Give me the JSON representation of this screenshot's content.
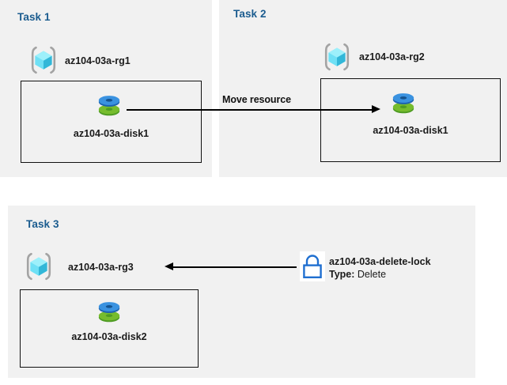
{
  "diagram": {
    "background": "#ffffff",
    "panel_background": "#f1f1f1",
    "title_color": "#1b5c8f",
    "line_color": "#000000",
    "lock_color": "#1f6fd0"
  },
  "panels": [
    {
      "title": "Task 1",
      "resource_group": {
        "icon": "resource-group-icon",
        "label": "az104-03a-rg1"
      },
      "resource": {
        "icon": "managed-disk-icon",
        "label": "az104-03a-disk1"
      }
    },
    {
      "title": "Task 2",
      "resource_group": {
        "icon": "resource-group-icon",
        "label": "az104-03a-rg2"
      },
      "resource": {
        "icon": "managed-disk-icon",
        "label": "az104-03a-disk1"
      }
    },
    {
      "title": "Task 3",
      "resource_group": {
        "icon": "resource-group-icon",
        "label": "az104-03a-rg3"
      },
      "resource": {
        "icon": "managed-disk-icon",
        "label": "az104-03a-disk2"
      },
      "lock": {
        "icon": "lock-icon",
        "label": "az104-03a-delete-lock",
        "type_key": "Type:",
        "type_value": "Delete"
      }
    }
  ],
  "connectors": [
    {
      "name": "move-resource-connector",
      "label": "Move resource",
      "direction": "right"
    },
    {
      "name": "lock-applies-to-connector",
      "label": "",
      "direction": "left"
    }
  ]
}
